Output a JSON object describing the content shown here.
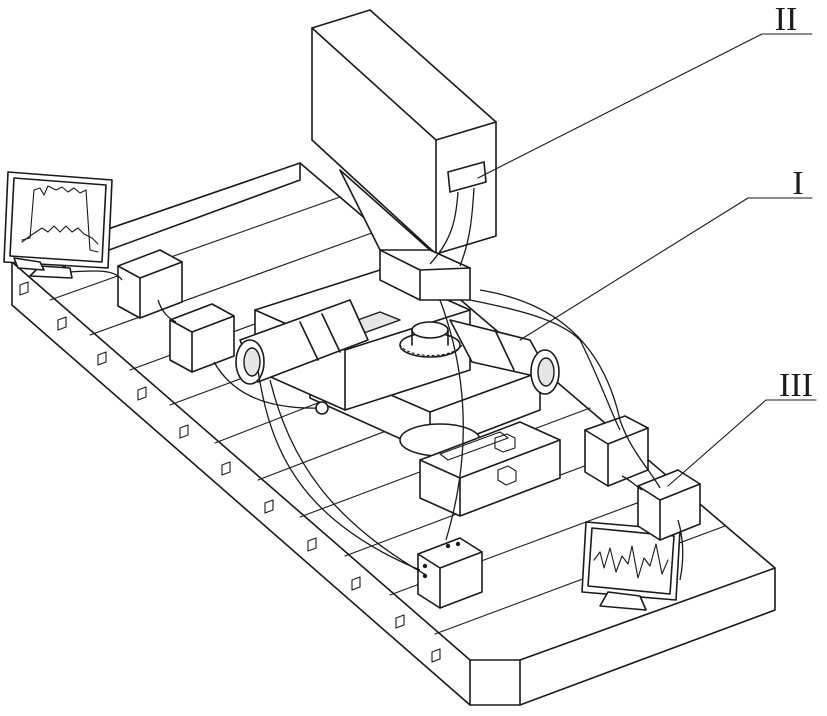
{
  "labels": {
    "component_1": "I",
    "component_2": "II",
    "component_3": "III"
  },
  "colors": {
    "line": "#1a1a1a",
    "background": "#ffffff"
  }
}
